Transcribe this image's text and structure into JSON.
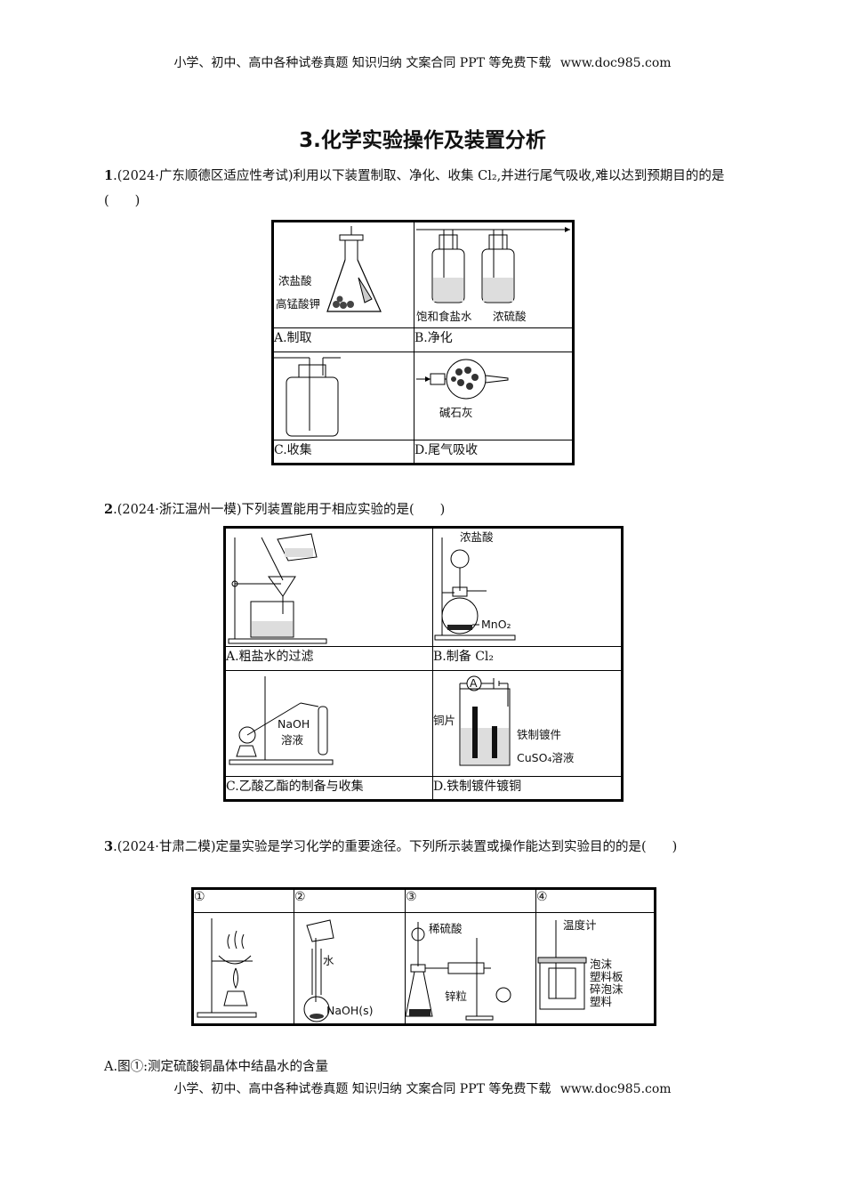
{
  "header": {
    "left": "小学、初中、高中各种试卷真题 知识归纳 文案合同 PPT 等免费下载",
    "right": "www.doc985.com"
  },
  "footer": {
    "left": "小学、初中、高中各种试卷真题 知识归纳 文案合同 PPT 等免费下载",
    "right": "www.doc985.com"
  },
  "title": "3.化学实验操作及装置分析",
  "q1": {
    "num": "1",
    "stem": ".(2024·广东顺德区适应性考试)利用以下装置制取、净化、收集 Cl₂,并进行尾气吸收,难以达到预期目的的是(　　)",
    "labels": {
      "conc_hcl": "浓盐酸",
      "kmno4": "高锰酸钾",
      "sat_nacl": "饱和食盐水",
      "conc_h2so4": "浓硫酸",
      "soda_lime": "碱石灰"
    },
    "options": {
      "A": "A.制取",
      "B": "B.净化",
      "C": "C.收集",
      "D": "D.尾气吸收"
    }
  },
  "q2": {
    "num": "2",
    "stem": ".(2024·浙江温州一模)下列装置能用于相应实验的是(　　)",
    "labels": {
      "conc_hcl": "浓盐酸",
      "mno2": "MnO₂",
      "naoh": "NaOH",
      "solution": "溶液",
      "cu_sheet": "铜片",
      "iron_part": "铁制镀件",
      "cuso4": "CuSO₄溶液",
      "ammeter": "A"
    },
    "options": {
      "A": "A.粗盐水的过滤",
      "B": "B.制备 Cl₂",
      "C": "C.乙酸乙酯的制备与收集",
      "D": "D.铁制镀件镀铜"
    }
  },
  "q3": {
    "num": "3",
    "stem": ".(2024·甘肃二模)定量实验是学习化学的重要途径。下列所示装置或操作能达到实验目的的是(　　)",
    "headers": [
      "①",
      "②",
      "③",
      "④"
    ],
    "labels": {
      "water": "水",
      "naoh_s": "NaOH(s)",
      "dil_h2so4": "稀硫酸",
      "zinc": "锌粒",
      "thermometer": "温度计",
      "foam_board_1": "泡沫",
      "foam_board_2": "塑料板",
      "foam_bits_1": "碎泡沫",
      "foam_bits_2": "塑料"
    },
    "option_a": "A.图①:测定硫酸铜晶体中结晶水的含量"
  }
}
